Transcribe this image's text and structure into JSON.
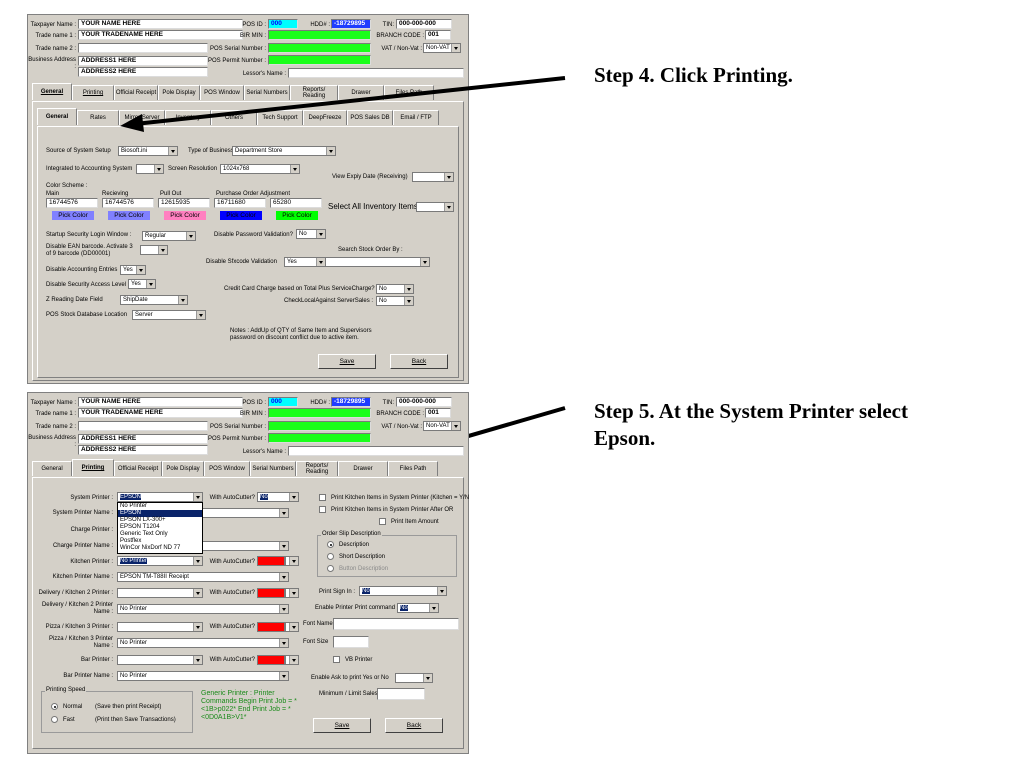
{
  "header": {
    "taxpayer_label": "Taxpayer Name :",
    "taxpayer_value": "YOUR NAME HERE",
    "trade1_label": "Trade name 1 :",
    "trade1_value": "YOUR TRADENAME HERE",
    "trade2_label": "Trade name 2 :",
    "trade2_value": "",
    "business_label": "Business Address :",
    "addr1": "ADDRESS1 HERE",
    "addr2": "ADDRESS2 HERE",
    "pos_id_label": "POS ID :",
    "pos_id_value": "000",
    "hdd_label": "HDD# :",
    "hdd_value": "-18729895",
    "tin_label": "TIN:",
    "tin_value": "000-000-000",
    "bir_min_label": "BIR MIN :",
    "branch_label": "BRANCH CODE :",
    "branch_value": "001",
    "serial_label": "POS Serial Number :",
    "vat_label": "VAT / Non-Vat :",
    "vat_value": "Non-VAT",
    "permit_label": "POS Permit Number :",
    "lessor_label": "Lessor's Name :"
  },
  "main_tabs": [
    "General",
    "Printing",
    "Official Receipt",
    "Pole Display",
    "POS Window",
    "Serial Numbers",
    "Reports/ Reading",
    "Drawer",
    "Files Path"
  ],
  "general": {
    "sub_tabs": [
      "General",
      "Rates",
      "Mirror Server",
      "Inventory",
      "Others",
      "Tech Support",
      "DeepFreeze",
      "POS Sales DB",
      "Email / FTP"
    ],
    "source_label": "Source of System Setup",
    "source_value": "Biosoft.ini",
    "business_type_label": "Type of Business :",
    "business_type_value": "Department Store",
    "integrated_label": "Integrated to Accounting System",
    "resolution_label": "Screen Resolution",
    "resolution_value": "1024x768",
    "view_expiry_label": "View Expiy Date (Receiving)",
    "color_scheme_label": "Color Scheme :",
    "color_cols": [
      "Main",
      "Recieving",
      "Pull Out",
      "Purchase Order",
      "Adjustment"
    ],
    "color_values": [
      "16744576",
      "16744576",
      "12615935",
      "16711680",
      "65280"
    ],
    "pick_color_label": "Pick Color",
    "pick_colors": [
      "#8080ff",
      "#8080ff",
      "#ff80c0",
      "#0000ff",
      "#00ff00"
    ],
    "select_all_label": "Select All Inventory Items :",
    "startup_label": "Startup Security Login Window :",
    "startup_value": "Regular",
    "disable_pw_label": "Disable Password Validation?",
    "disable_pw_value": "No",
    "disable_ean_label": "Disable EAN barcode. Activate 3 of 9 barcode (DD00001)",
    "search_stock_label": "Search Stock Order By :",
    "disable_acct_label": "Disable Accounting Entries",
    "disable_acct_value": "Yes",
    "disable_sfx_label": "Disable Sfxcode Validation",
    "disable_sfx_value": "Yes",
    "disable_sec_label": "Disable Security Access Level",
    "disable_sec_value": "Yes",
    "credit_label": "Credit Card Charge based on Total Plus ServiceCharge?",
    "credit_value": "No",
    "zreading_label": "Z Reading Date Field",
    "zreading_value": "ShipDate",
    "checklocal_label": "CheckLocalAgainst ServerSales :",
    "checklocal_value": "No",
    "pos_stock_label": "POS Stock Database Location",
    "pos_stock_value": "Server",
    "notes": "Notes : AddUp of QTY of Same Item and Supervisors password on discount conflict due to active item.",
    "save": "Save",
    "back": "Back"
  },
  "printing": {
    "system_printer_label": "System Printer :",
    "system_printer_value": "EPSON",
    "with_autocutter_label": "With AutoCutter?",
    "with_autocutter_value": "No",
    "dropdown_options": [
      "No Printer",
      "EPSON",
      "EPSON LX-300+",
      "EPSON T1204",
      "Generic Text Only",
      "Postflex",
      "WinCor NixDorf ND 77"
    ],
    "system_printer_name_label": "System Printer Name :",
    "charge_printer_label": "Charge Printer :",
    "charge_printer_name_label": "Charge Printer Name :",
    "kitchen_printer_label": "Kitchen Printer :",
    "kitchen_printer_value": "No Printer",
    "kitchen_printer_name_label": "Kitchen Printer Name :",
    "kitchen_printer_name_value": "EPSON TM-T88II Receipt",
    "delivery_label": "Delivery / Kitchen 2 Printer :",
    "delivery_name_label": "Delivery / Kitchen 2 Printer Name :",
    "delivery_name_value": "No Printer",
    "pizza_label": "Pizza / Kitchen 3 Printer :",
    "pizza_name_label": "Pizza / Kitchen 3 Printer Name :",
    "pizza_name_value": "No Printer",
    "bar_label": "Bar Printer :",
    "bar_name_label": "Bar Printer Name :",
    "bar_name_value": "No Printer",
    "print_kitchen_sys": "Print Kitchen Items in System Printer (Kitchen = Y/N",
    "print_kitchen_after": "Print Kitchen Items in System Printer After OR",
    "print_item_amount": "Print Item Amount",
    "order_slip_label": "Order Slip Description",
    "order_slip_options": [
      "Description",
      "Short Description",
      "Button Description"
    ],
    "print_signin_label": "Print Sign In :",
    "print_signin_value": "No",
    "enable_printer_cmd_label": "Enable Printer Print command",
    "enable_printer_cmd_value": "No",
    "font_name_label": "Font Name",
    "font_size_label": "Font Size",
    "vb_printer": "VB Printer",
    "enable_ask_label": "Enable Ask to print Yes or No",
    "min_limit_label": "Minimum / Limit Sales",
    "printing_speed_label": "Printing Speed",
    "speed_normal": "Normal",
    "speed_normal_desc": "(Save then print Receipt)",
    "speed_fast": "Fast",
    "speed_fast_desc": "(Print then Save Transactions)",
    "generic_note": "Generic Printer : Printer Commands Begin Print Job = *<1B>p022* End Print Job = *<0D0A1B>V1*",
    "save": "Save",
    "back": "Back"
  },
  "steps": {
    "step4": "Step 4. Click Printing.",
    "step5": "Step 5. At the System Printer select Epson."
  }
}
